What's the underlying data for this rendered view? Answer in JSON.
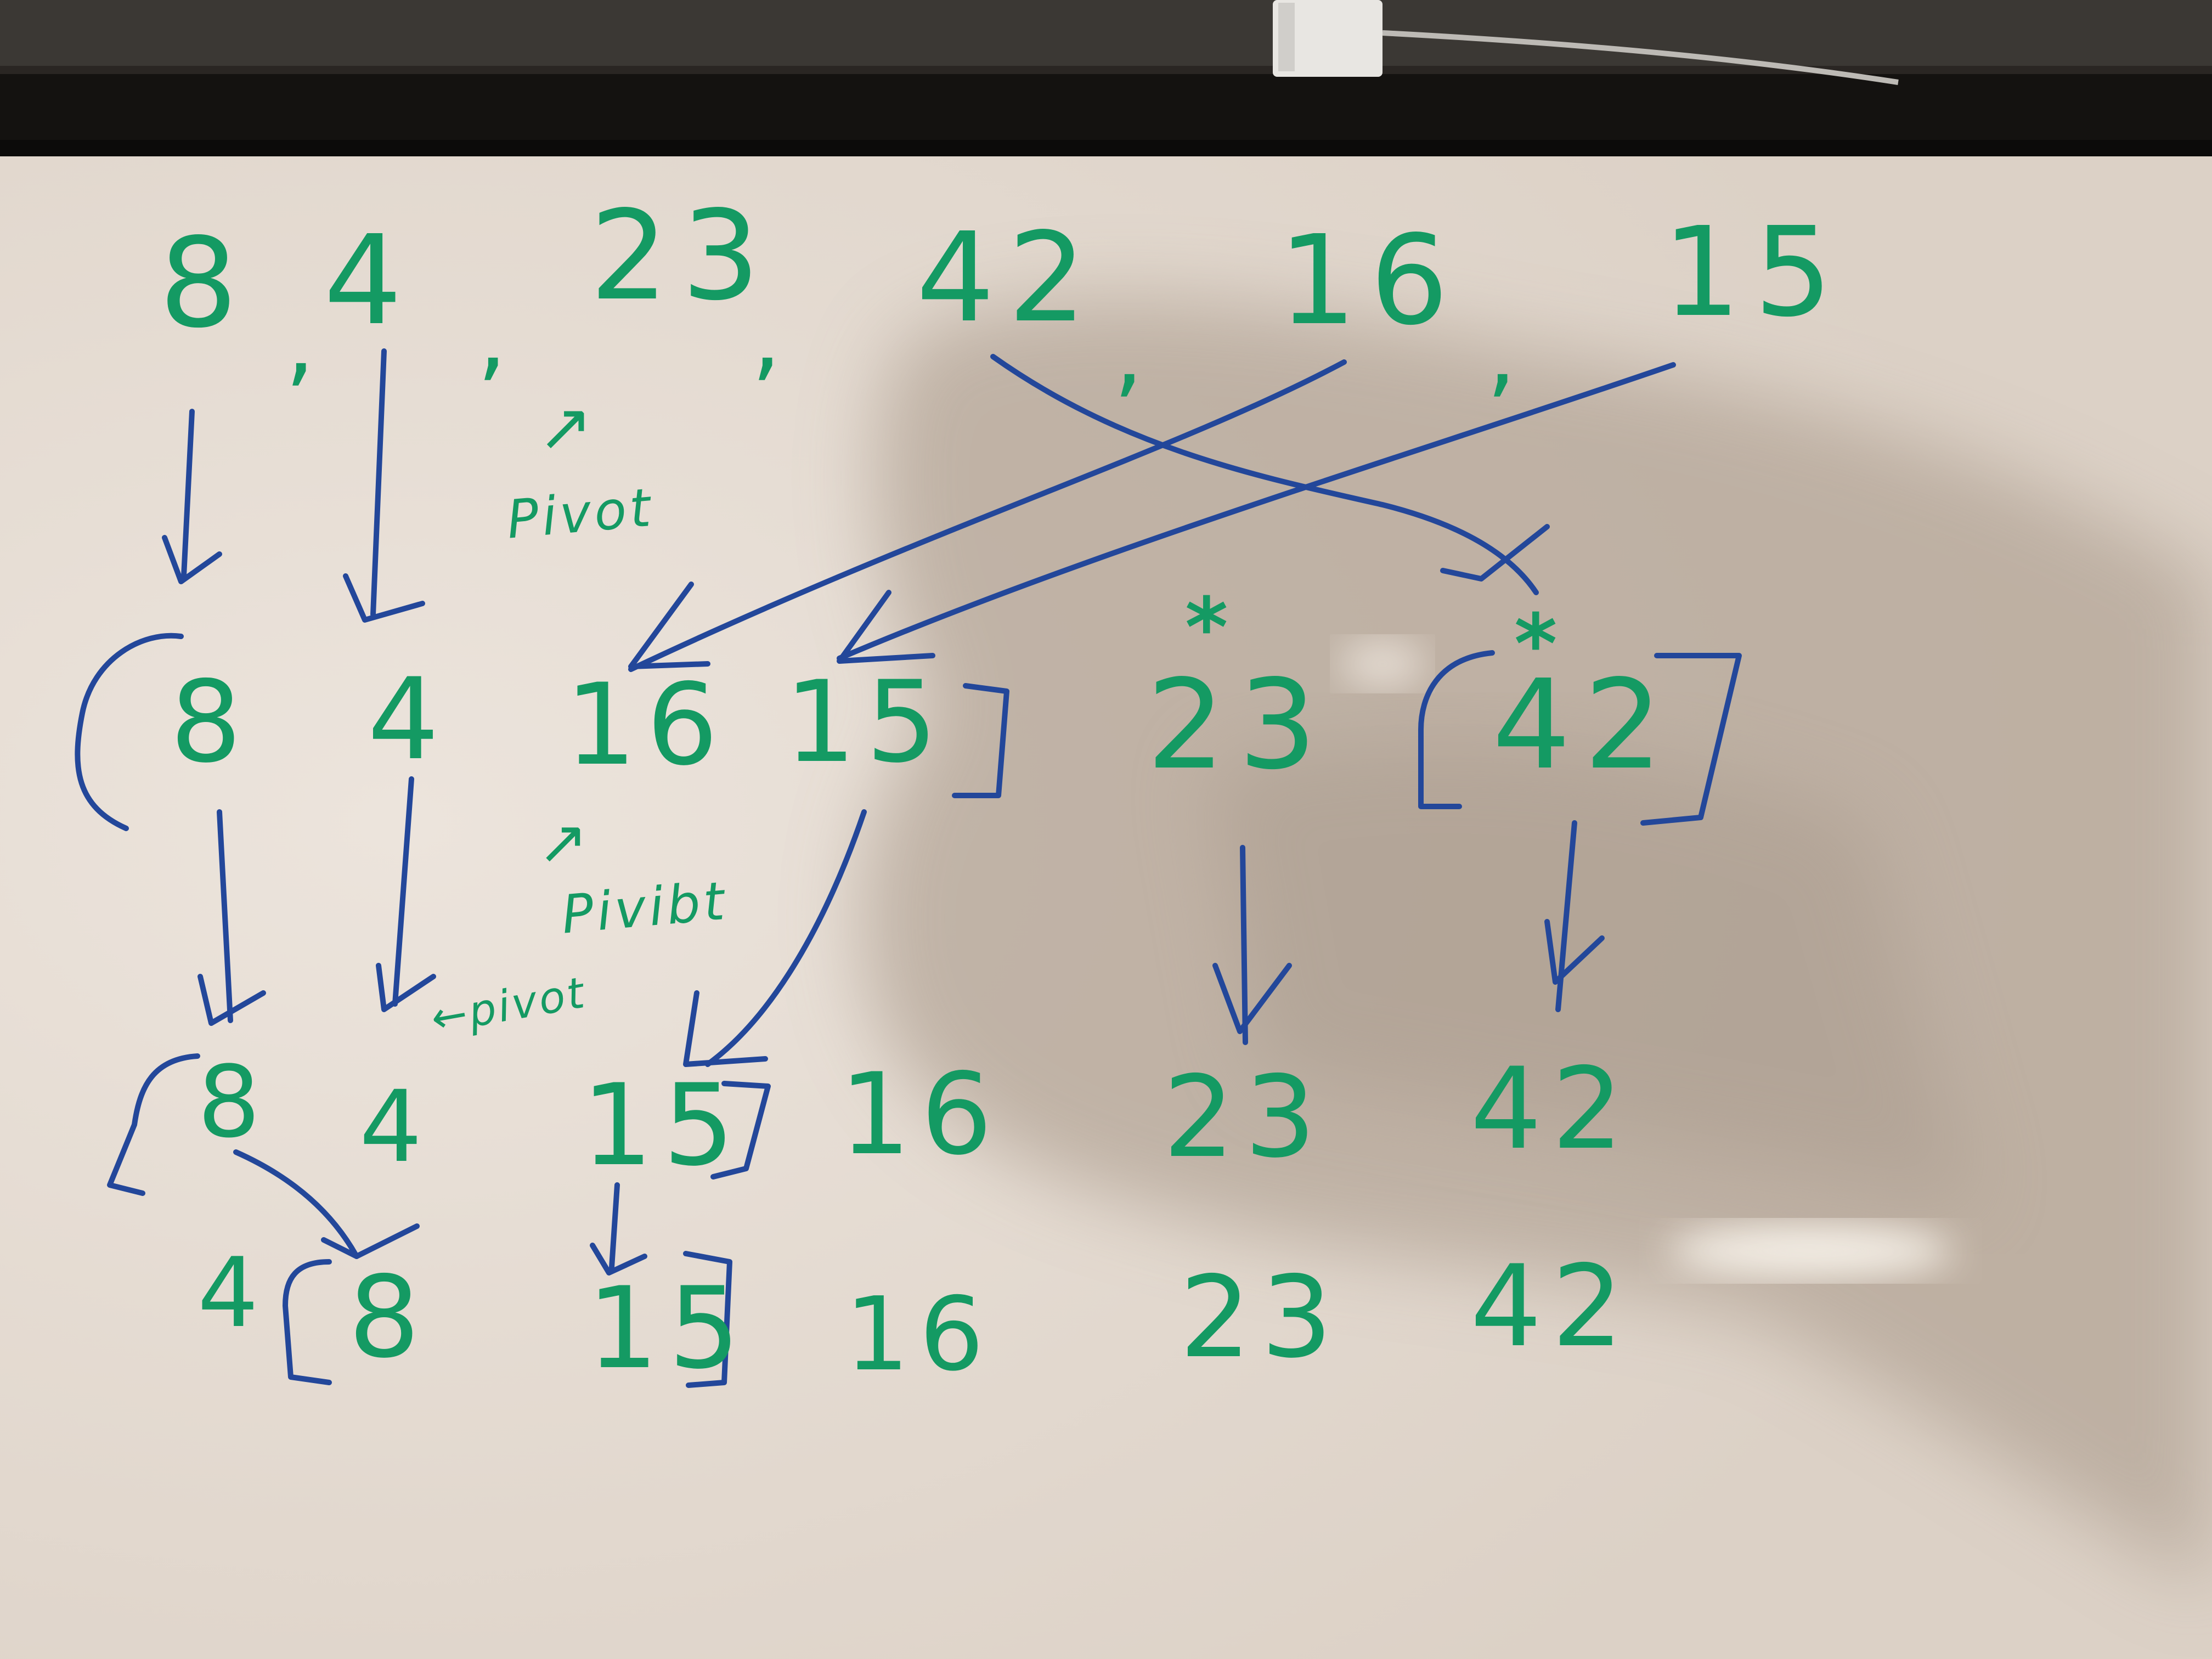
{
  "colors": {
    "board": "#e6dcd2",
    "frame": "#1a1715",
    "green_marker": "#149a63",
    "blue_marker": "#23479a"
  },
  "row1": {
    "n1": "8",
    "n2": "4",
    "n3": "23",
    "n4": "42",
    "n5": "16",
    "n6": "15",
    "comma": ","
  },
  "annotations": {
    "pivot1": "Pivot",
    "pivot2": "Pivibt",
    "pivot3": "←pivot",
    "star": "*"
  },
  "row2": {
    "n1": "8",
    "n2": "4",
    "n3": "16",
    "n4": "15",
    "n5": "23",
    "n6": "42"
  },
  "row3": {
    "n1": "8",
    "n2": "4",
    "n3": "15",
    "n4": "16",
    "n5": "23",
    "n6": "42"
  },
  "row4": {
    "n1": "4",
    "n2": "8",
    "n3": "15",
    "n4": "16",
    "n5": "23",
    "n6": "42"
  }
}
